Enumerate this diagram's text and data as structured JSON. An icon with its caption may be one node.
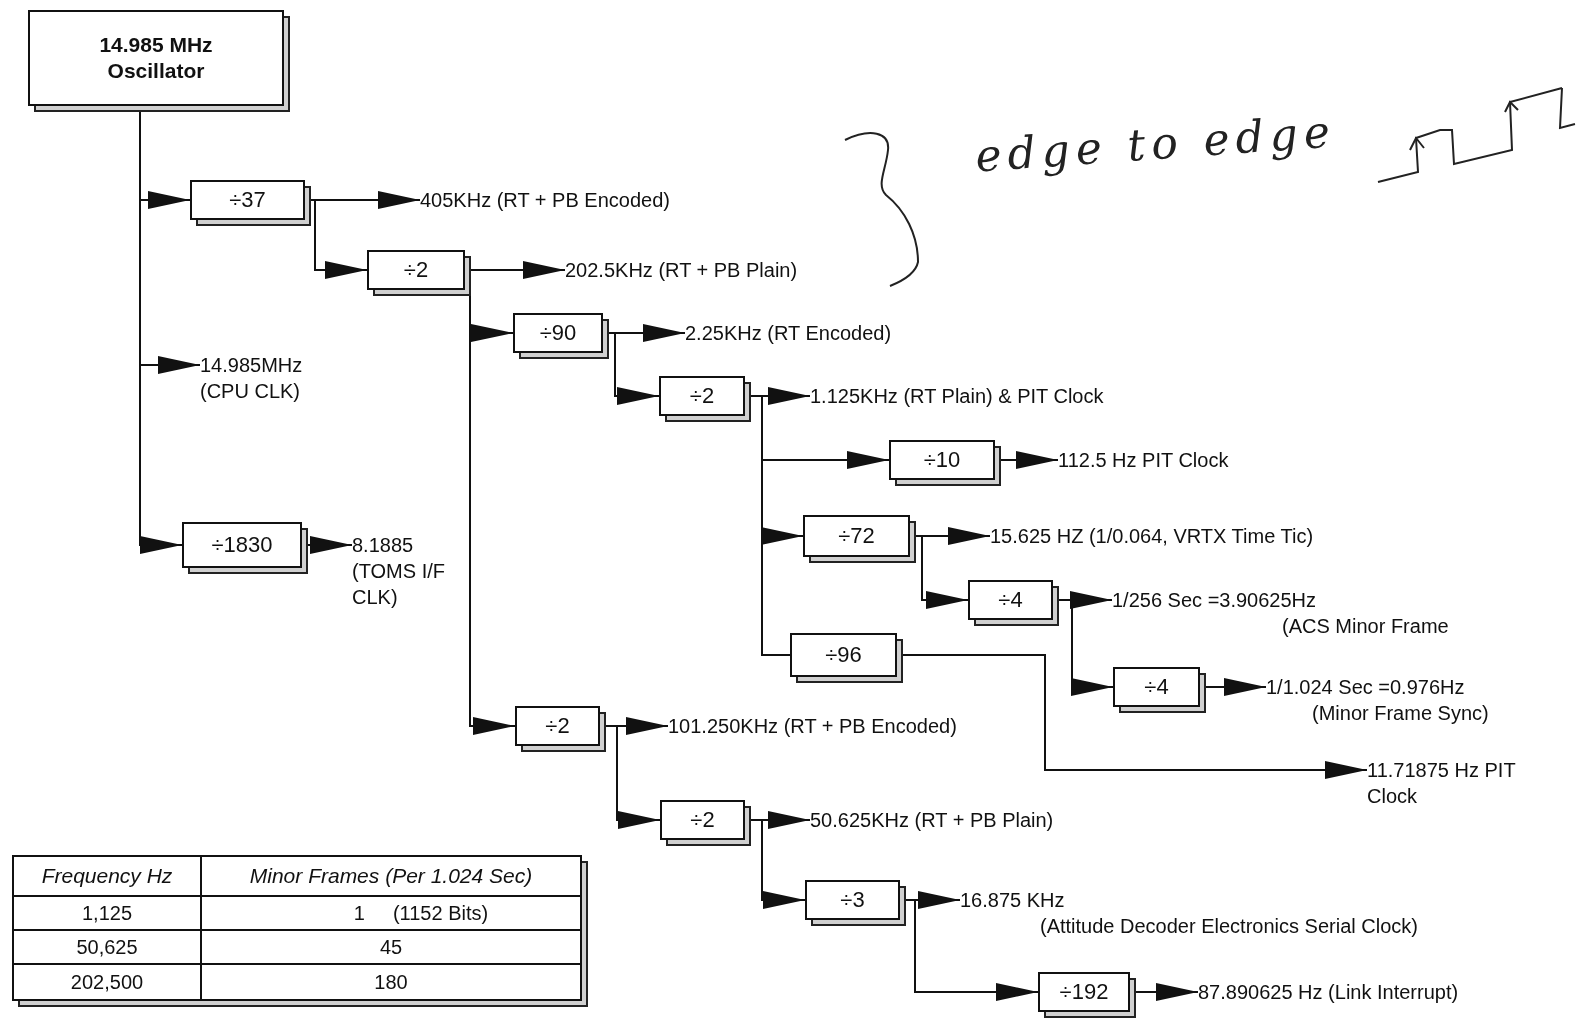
{
  "diagram": {
    "nodes": [
      {
        "text": [
          "14.985 MHz Oscillator"
        ]
      },
      {
        "text": [
          "÷37"
        ]
      },
      {
        "text": [
          "405KHz (RT + PB Encoded)"
        ]
      },
      {
        "text": [
          "÷2"
        ]
      },
      {
        "text": [
          "202.5KHz (RT + PB Plain)"
        ]
      },
      {
        "text": [
          "14.985MHz (CPU CLK)"
        ]
      },
      {
        "text": [
          "÷90"
        ]
      },
      {
        "text": [
          "2.25KHz (RT Encoded)"
        ]
      },
      {
        "text": [
          "÷2"
        ]
      },
      {
        "text": [
          "1.125KHz (RT Plain) & PIT Clock"
        ]
      },
      {
        "text": [
          "÷10"
        ]
      },
      {
        "text": [
          "112.5 Hz PIT Clock"
        ]
      },
      {
        "text": [
          "÷1830"
        ]
      },
      {
        "text": [
          "8.1885 (TOMS I/F CLK)"
        ]
      },
      {
        "text": [
          "÷72"
        ]
      },
      {
        "text": [
          "15.625 HZ (1/0.064, VRTX Time Tic)"
        ]
      },
      {
        "text": [
          "÷4"
        ]
      },
      {
        "text": [
          "1/256 Sec =3.90625Hz",
          "(ACS Minor Frame"
        ]
      },
      {
        "text": [
          "÷96"
        ]
      },
      {
        "text": [
          "÷4"
        ]
      },
      {
        "text": [
          "1/1.024 Sec =0.976Hz",
          "(Minor Frame Sync)"
        ]
      },
      {
        "text": [
          "÷2"
        ]
      },
      {
        "text": [
          "101.250KHz (RT + PB Encoded)"
        ]
      },
      {
        "text": [
          "11.71875 Hz PIT Clock"
        ]
      },
      {
        "text": [
          "÷2"
        ]
      },
      {
        "text": [
          "50.625KHz (RT + PB Plain)"
        ]
      },
      {
        "text": [
          "÷3"
        ]
      },
      {
        "text": [
          "16.875 KHz",
          "(Attitude Decoder Electronics Serial Clock)"
        ]
      },
      {
        "text": [
          "÷192"
        ]
      },
      {
        "text": [
          "87.890625 Hz (Link Interrupt)"
        ]
      }
    ],
    "edges": [
      {
        "from": 0,
        "to": 1,
        "arrow": "to"
      },
      {
        "from": 0,
        "to": 5,
        "arrow": "to"
      },
      {
        "from": 0,
        "to": 12,
        "arrow": "to"
      },
      {
        "from": 1,
        "to": 2,
        "arrow": "to"
      },
      {
        "from": 1,
        "to": 3,
        "arrow": "to"
      },
      {
        "from": 3,
        "to": 4,
        "arrow": "to"
      },
      {
        "from": 3,
        "to": 6,
        "arrow": "to"
      },
      {
        "from": 3,
        "to": 21,
        "arrow": "to"
      },
      {
        "from": 6,
        "to": 7,
        "arrow": "to"
      },
      {
        "from": 6,
        "to": 8,
        "arrow": "to"
      },
      {
        "from": 8,
        "to": 9,
        "arrow": "to"
      },
      {
        "from": 8,
        "to": 10,
        "arrow": "to"
      },
      {
        "from": 8,
        "to": 14,
        "arrow": "to"
      },
      {
        "from": 8,
        "to": 18,
        "arrow": "none"
      },
      {
        "from": 10,
        "to": 11,
        "arrow": "to"
      },
      {
        "from": 12,
        "to": 13,
        "arrow": "to"
      },
      {
        "from": 14,
        "to": 15,
        "arrow": "to"
      },
      {
        "from": 14,
        "to": 16,
        "arrow": "to"
      },
      {
        "from": 16,
        "to": 17,
        "arrow": "to"
      },
      {
        "from": 16,
        "to": 19,
        "arrow": "to"
      },
      {
        "from": 19,
        "to": 20,
        "arrow": "to"
      },
      {
        "from": 18,
        "to": 23,
        "arrow": "to"
      },
      {
        "from": 21,
        "to": 22,
        "arrow": "to"
      },
      {
        "from": 21,
        "to": 24,
        "arrow": "to"
      },
      {
        "from": 24,
        "to": 25,
        "arrow": "to"
      },
      {
        "from": 24,
        "to": 26,
        "arrow": "to"
      },
      {
        "from": 26,
        "to": 27,
        "arrow": "to"
      },
      {
        "from": 26,
        "to": 28,
        "arrow": "to"
      },
      {
        "from": 28,
        "to": 29,
        "arrow": "to"
      }
    ],
    "labels": [
      "edge to edge",
      "Frequency Hz",
      "Minor Frames (Per 1.024 Sec)",
      "1,125",
      "1",
      "(1152 Bits)",
      "50,625",
      "45",
      "202,500",
      "180"
    ]
  }
}
